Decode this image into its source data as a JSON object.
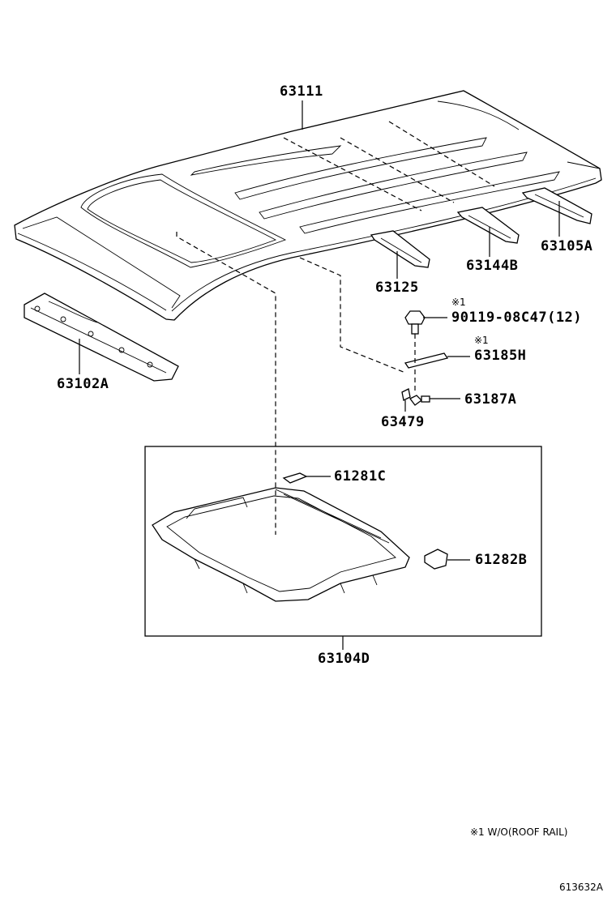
{
  "parts": {
    "roof_panel": "63111",
    "rail_rear_right": "63105A",
    "rail_rear_center": "63144B",
    "rail_center": "63125",
    "rail_front": "63102A",
    "nut_note": "※1",
    "nut": "90119-08C47(12)",
    "bracket_note": "※1",
    "bracket": "63185H",
    "clip": "63187A",
    "retainer": "63479",
    "sunroof_stopper": "61281C",
    "sunroof_bracket": "61282B",
    "sunroof_frame": "63104D"
  },
  "footnote": "※1 W/O(ROOF RAIL)",
  "figure_code": "613632A"
}
